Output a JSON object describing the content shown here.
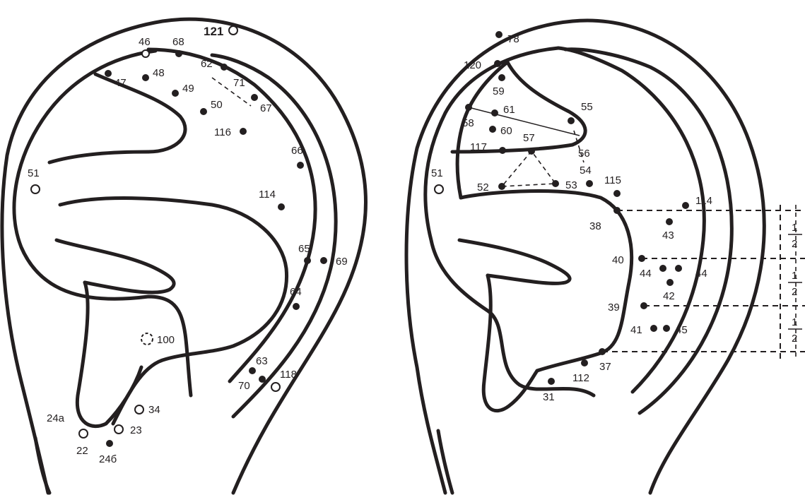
{
  "left_ear": {
    "points": {
      "p121": "121",
      "p46": "46",
      "p68": "68",
      "p47": "47",
      "p48": "48",
      "p49": "49",
      "p62": "62",
      "p71": "71",
      "p67": "67",
      "p50": "50",
      "p116": "116",
      "p66": "66",
      "p51": "51",
      "p114": "114",
      "p65": "65",
      "p69": "69",
      "p64": "64",
      "p100": "100",
      "p63": "63",
      "p70": "70",
      "p118": "118",
      "p34": "34",
      "p24a": "24a",
      "p23": "23",
      "p22": "22",
      "p24b": "24б"
    }
  },
  "right_ear": {
    "points": {
      "p78": "78",
      "p120": "120",
      "p59": "59",
      "p58": "58",
      "p61": "61",
      "p55": "55",
      "p60": "60",
      "p117": "117",
      "p57": "57",
      "p56": "56",
      "p54": "54",
      "p51": "51",
      "p52": "52",
      "p53": "53",
      "p115": "115",
      "p114": "114",
      "p38": "38",
      "p43": "43",
      "p40": "40",
      "p44a": "44",
      "p44b": "44",
      "p42": "42",
      "p39": "39",
      "p41": "41",
      "p45": "45",
      "p37": "37",
      "p112": "112",
      "p31": "31"
    },
    "scale": {
      "numerator": "1",
      "denominator": "2"
    }
  }
}
